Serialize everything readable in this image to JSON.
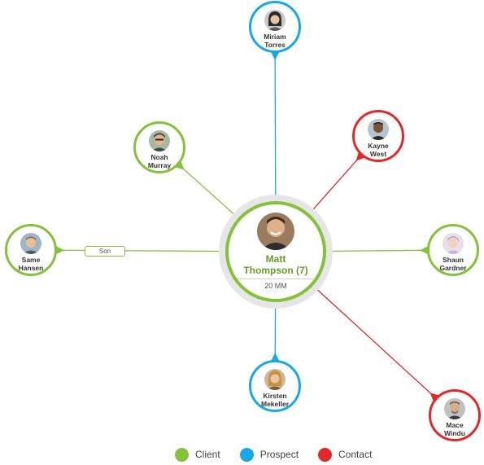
{
  "colors": {
    "client": "#86c13b",
    "prospect": "#1aa7e8",
    "contact": "#e02a2a"
  },
  "center": {
    "name": "Matt\nThompson (7)",
    "value": "20 MM",
    "type": "client"
  },
  "nodes": [
    {
      "id": "miriam",
      "name": "Miriam\nTorres",
      "type": "prospect",
      "icon": "woman-avatar-icon"
    },
    {
      "id": "kayne",
      "name": "Kayne\nWest",
      "type": "contact",
      "icon": "man-avatar-icon"
    },
    {
      "id": "noah",
      "name": "Noah\nMurray",
      "type": "client",
      "icon": "man-avatar-icon"
    },
    {
      "id": "same",
      "name": "Same\nHansen",
      "type": "client",
      "icon": "man-avatar-icon"
    },
    {
      "id": "shaun",
      "name": "Shaun\nGardner",
      "type": "client",
      "icon": "child-avatar-icon"
    },
    {
      "id": "kirsten",
      "name": "Kirsten\nMekeller",
      "type": "prospect",
      "icon": "woman-avatar-icon"
    },
    {
      "id": "mace",
      "name": "Mace\nWindu",
      "type": "contact",
      "icon": "man-avatar-icon"
    }
  ],
  "relationship_label": "Son",
  "legend": [
    {
      "label": "Client",
      "type": "client"
    },
    {
      "label": "Prospect",
      "type": "prospect"
    },
    {
      "label": "Contact",
      "type": "contact"
    }
  ]
}
